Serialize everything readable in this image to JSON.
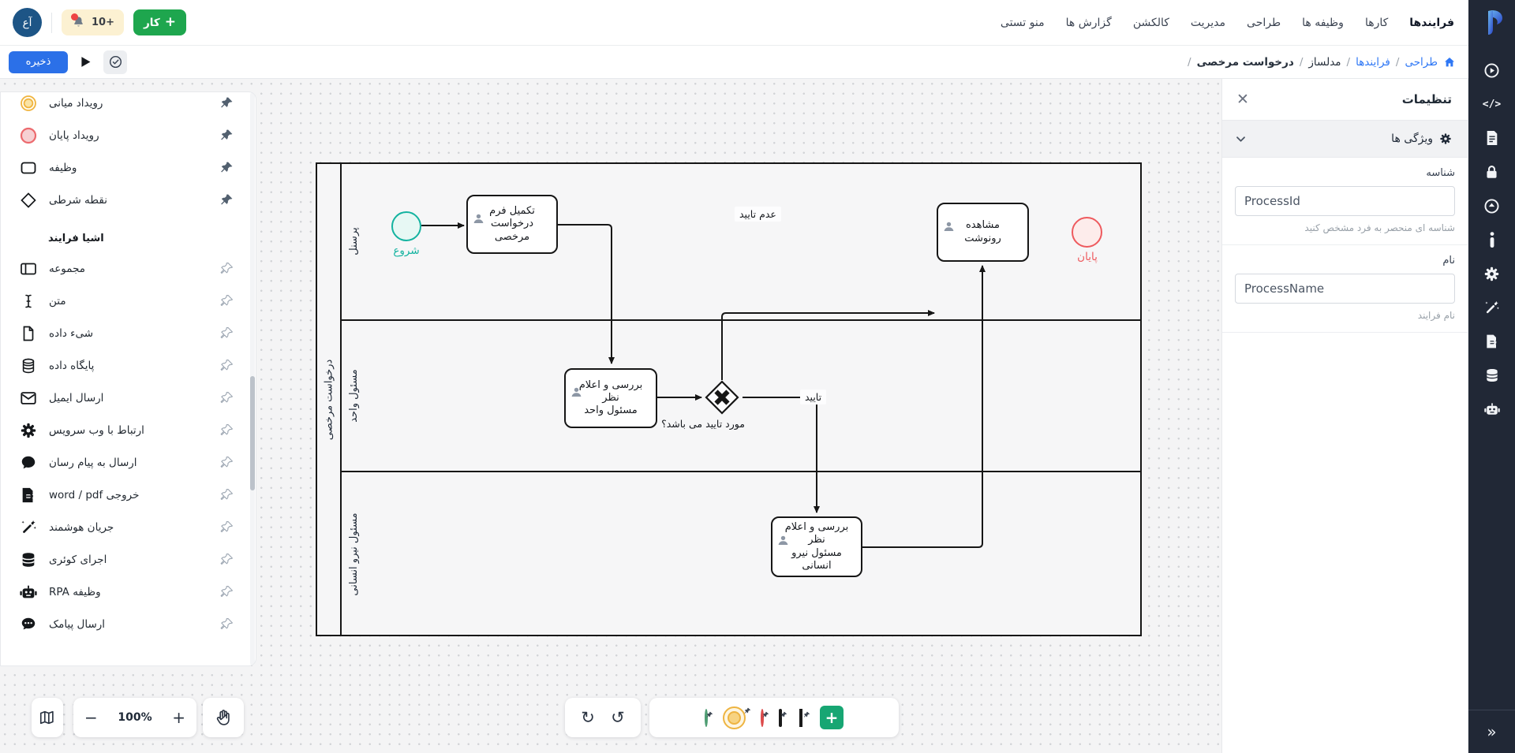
{
  "colors": {
    "accent_blue": "#2b70e8",
    "link_blue": "#2e77f5",
    "green_button": "#1ea64e",
    "emerald_add": "#17a673",
    "teal_start": "#14b3a0",
    "red_end": "#ee5a5e",
    "yellow_event": "#eeb441",
    "rail_background": "#212836",
    "notification_dot": "#ee4444"
  },
  "topbar": {
    "nav": [
      {
        "label": "فرایندها",
        "active": true
      },
      {
        "label": "کارها",
        "active": false
      },
      {
        "label": "وظیفه ها",
        "active": false
      },
      {
        "label": "طراحی",
        "active": false
      },
      {
        "label": "مدیریت",
        "active": false
      },
      {
        "label": "کالکشن",
        "active": false
      },
      {
        "label": "گزارش ها",
        "active": false
      },
      {
        "label": "منو تستی",
        "active": false
      }
    ],
    "add_task_label": "کار",
    "notifications_badge": "+10",
    "avatar_initials": "آع"
  },
  "toolbar": {
    "save_label": "ذخیره",
    "breadcrumb_separator": "/",
    "breadcrumb": [
      {
        "label": "طراحی",
        "link": true
      },
      {
        "label": "فرایندها",
        "link": true
      },
      {
        "label": "مدلساز",
        "link": false
      },
      {
        "label": "درخواست مرخصی",
        "link": false
      }
    ]
  },
  "palette": {
    "pinned_items": [
      {
        "label": "رویداد میانی",
        "icon": "intermediate-event-icon",
        "pinned": true
      },
      {
        "label": "رویداد پایان",
        "icon": "end-event-icon",
        "pinned": true
      },
      {
        "label": "وظیفه",
        "icon": "task-icon",
        "pinned": true
      },
      {
        "label": "نقطه شرطی",
        "icon": "gateway-icon",
        "pinned": true
      }
    ],
    "section_header": "اشیا فرایند",
    "object_items": [
      {
        "label": "مجموعه",
        "icon": "pool-icon",
        "pinned": false
      },
      {
        "label": "متن",
        "icon": "text-cursor-icon",
        "pinned": false
      },
      {
        "label": "شیء داده",
        "icon": "data-object-icon",
        "pinned": false
      },
      {
        "label": "پایگاه داده",
        "icon": "database-icon",
        "pinned": false
      },
      {
        "label": "ارسال ایمیل",
        "icon": "email-icon",
        "pinned": false
      },
      {
        "label": "ارتباط با وب سرویس",
        "icon": "web-service-gear-icon",
        "pinned": false
      },
      {
        "label": "ارسال به پیام رسان",
        "icon": "messenger-bubble-icon",
        "pinned": false
      },
      {
        "label": "خروجی word / pdf",
        "icon": "export-file-icon",
        "pinned": false
      },
      {
        "label": "جریان هوشمند",
        "icon": "magic-wand-icon",
        "pinned": false
      },
      {
        "label": "اجرای کوئری",
        "icon": "query-database-icon",
        "pinned": false
      },
      {
        "label": "وظیفه RPA",
        "icon": "robot-icon",
        "pinned": false
      },
      {
        "label": "ارسال پیامک",
        "icon": "sms-bubble-icon",
        "pinned": false
      }
    ]
  },
  "settings_panel": {
    "title": "تنظیمات",
    "section_title": "ویژگی ها",
    "fields": [
      {
        "label": "شناسه",
        "value": "ProcessId",
        "helper": "شناسه ای منحصر به فرد مشخص کنید"
      },
      {
        "label": "نام",
        "value": "ProcessName",
        "helper": "نام فرایند"
      }
    ]
  },
  "diagram": {
    "pool_label": "درخواست مرخصی",
    "lanes": [
      "پرسنل",
      "مسئول واحد",
      "مسئول نیرو انسانی"
    ],
    "nodes": {
      "start": {
        "type": "start-event",
        "label": "شروع"
      },
      "fill_form": {
        "type": "user-task",
        "label": "تکمیل فرم\nدرخواست\nمرخصی"
      },
      "unit_review": {
        "type": "user-task",
        "label": "بررسی و اعلام نظر\nمسئول واحد"
      },
      "gateway": {
        "type": "exclusive-gateway",
        "question": "مورد تایید می باشد؟"
      },
      "view_copy": {
        "type": "user-task",
        "label": "مشاهده رونوشت"
      },
      "hr_review": {
        "type": "user-task",
        "label": "بررسی و اعلام نظر\nمسئول نیرو\nانسانی"
      },
      "end": {
        "type": "end-event",
        "label": "پایان"
      }
    },
    "edge_labels": {
      "approved": "تایید",
      "rejected": "عدم تایید"
    }
  },
  "bottom_controls": {
    "zoom_level": "100%"
  },
  "right_rail": {
    "icons": [
      "play-circle",
      "code",
      "document",
      "lock",
      "history",
      "info",
      "settings-gear",
      "magic-wand",
      "export-file",
      "database",
      "robot",
      "collapse-panel"
    ]
  }
}
